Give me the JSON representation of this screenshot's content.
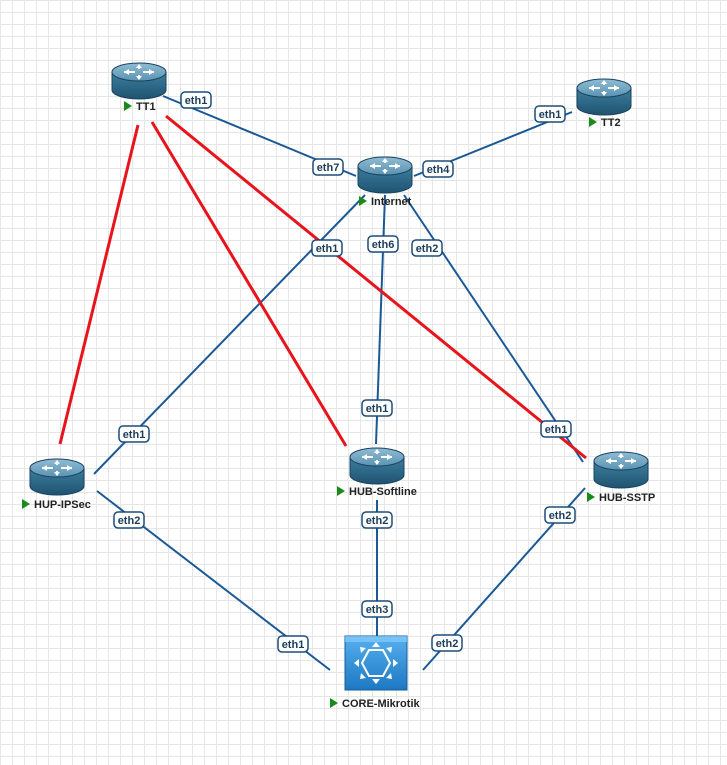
{
  "colors": {
    "link": "#1a5896",
    "tunnel": "#e8141b",
    "router_body": "#2d6a8a",
    "router_top": "#6fa3c0",
    "switch_fill": "#2f8fd6",
    "play": "#1a8a1a",
    "port_border": "#1b4d78"
  },
  "nodes": {
    "tt1": {
      "label": "TT1",
      "icon": "router-icon"
    },
    "tt2": {
      "label": "TT2",
      "icon": "router-icon"
    },
    "internet": {
      "label": "Internet",
      "icon": "router-icon"
    },
    "hup_ipsec": {
      "label": "HUP-IPSec",
      "icon": "router-icon"
    },
    "hub_softline": {
      "label": "HUB-Softline",
      "icon": "router-icon"
    },
    "hub_sstp": {
      "label": "HUB-SSTP",
      "icon": "router-icon"
    },
    "core_mikrotik": {
      "label": "CORE-Mikrotik",
      "icon": "switch-icon"
    }
  },
  "links": [
    {
      "from": "TT1",
      "to": "Internet",
      "ports": [
        "eth1",
        "eth7"
      ]
    },
    {
      "from": "TT2",
      "to": "Internet",
      "ports": [
        "eth1",
        "eth4"
      ]
    },
    {
      "from": "Internet",
      "to": "HUP-IPSec",
      "ports": [
        "eth1",
        "eth1"
      ]
    },
    {
      "from": "Internet",
      "to": "HUB-Softline",
      "ports": [
        "eth6",
        "eth1"
      ]
    },
    {
      "from": "Internet",
      "to": "HUB-SSTP",
      "ports": [
        "eth2",
        "eth1"
      ]
    },
    {
      "from": "HUP-IPSec",
      "to": "CORE-Mikrotik",
      "ports": [
        "eth2",
        "eth1"
      ]
    },
    {
      "from": "HUB-Softline",
      "to": "CORE-Mikrotik",
      "ports": [
        "eth2",
        "eth3"
      ]
    },
    {
      "from": "HUB-SSTP",
      "to": "CORE-Mikrotik",
      "ports": [
        "eth2",
        "eth2"
      ]
    }
  ],
  "tunnels": [
    {
      "from": "TT1",
      "to": "HUP-IPSec"
    },
    {
      "from": "TT1",
      "to": "HUB-Softline"
    },
    {
      "from": "TT1",
      "to": "HUB-SSTP"
    }
  ]
}
